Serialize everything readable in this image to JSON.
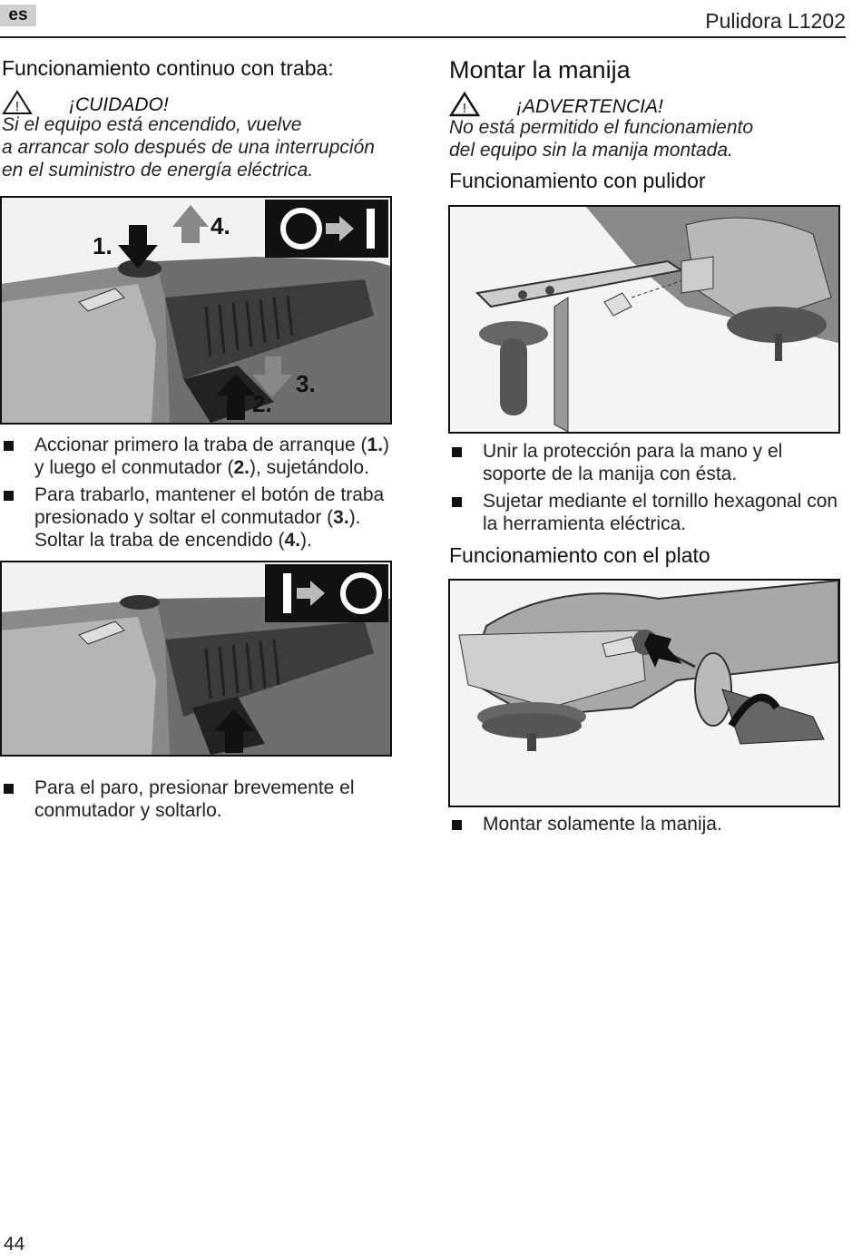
{
  "header": {
    "lang": "es",
    "title": "Pulidora L1202"
  },
  "left": {
    "heading": "Funcionamiento continuo con traba:",
    "caution_title": "¡CUIDADO!",
    "caution_lines": [
      "Si el equipo está encendido, vuelve",
      "a arrancar solo después de una interrupción",
      "en el suministro de energía eléctrica."
    ],
    "fig1_labels": {
      "one": "1.",
      "two": "2.",
      "three": "3.",
      "four": "4."
    },
    "bullets_a": [
      {
        "pre": "Accionar primero la traba de arranque (",
        "b1": "1.",
        "mid": ") y luego el conmutador (",
        "b2": "2.",
        "post": "), sujetándolo."
      },
      {
        "pre": "Para trabarlo, mantener el botón de traba presionado y soltar el conmutador (",
        "b1": "3.",
        "mid": "). Soltar la traba de encendido (",
        "b2": "4.",
        "post": ")."
      }
    ],
    "bullet_b": "Para el paro, presionar brevemente el conmutador y soltarlo."
  },
  "right": {
    "heading": "Montar la manija",
    "warning_title": "¡ADVERTENCIA!",
    "warning_lines": [
      "No está permitido el funcionamiento",
      "del equipo sin la manija montada."
    ],
    "sub1": "Funcionamiento con pulidor",
    "bullets_c": [
      "Unir la protección para la mano y el soporte de la manija con ésta.",
      "Sujetar mediante el tornillo hexagonal con la herramienta eléctrica."
    ],
    "sub2": "Funcionamiento con el plato",
    "bullet_d": "Montar solamente la manija."
  },
  "footer": {
    "page": "44"
  }
}
